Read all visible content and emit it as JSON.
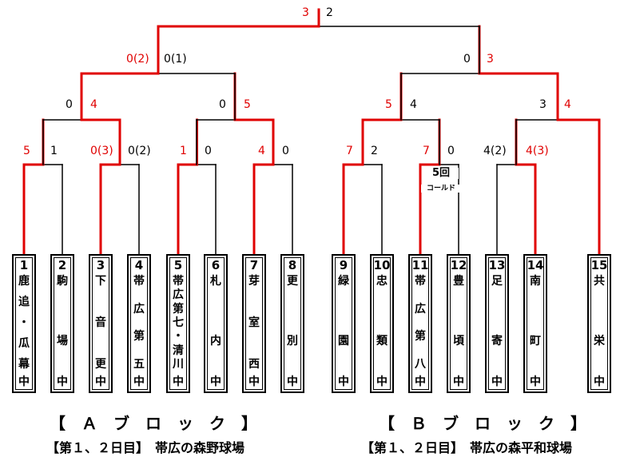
{
  "teams": [
    {
      "num": "1",
      "chars": [
        "鹿",
        "追",
        "・",
        "瓜",
        "幕"
      ],
      "suffix": "中"
    },
    {
      "num": "2",
      "chars": [
        "駒",
        "",
        "場",
        ""
      ],
      "suffix": "中"
    },
    {
      "num": "3",
      "chars": [
        "下",
        "",
        "音",
        "",
        "更"
      ],
      "suffix": "中"
    },
    {
      "num": "4",
      "chars": [
        "帯",
        "",
        "広",
        "",
        "第",
        "",
        "五"
      ],
      "suffix": "中"
    },
    {
      "num": "5",
      "chars": [
        "帯",
        "広",
        "第",
        "七",
        "・",
        "清",
        "川"
      ],
      "suffix": "中"
    },
    {
      "num": "6",
      "chars": [
        "札",
        "",
        "内",
        ""
      ],
      "suffix": "中"
    },
    {
      "num": "7",
      "chars": [
        "芽",
        "",
        "室",
        "",
        "西"
      ],
      "suffix": "中"
    },
    {
      "num": "8",
      "chars": [
        "更",
        "",
        "別",
        ""
      ],
      "suffix": "中"
    },
    {
      "num": "9",
      "chars": [
        "緑",
        "",
        "園",
        ""
      ],
      "suffix": "中"
    },
    {
      "num": "10",
      "chars": [
        "忠",
        "",
        "類",
        ""
      ],
      "suffix": "中"
    },
    {
      "num": "11",
      "chars": [
        "帯",
        "",
        "広",
        "",
        "第",
        "",
        "八"
      ],
      "suffix": "中"
    },
    {
      "num": "12",
      "chars": [
        "豊",
        "",
        "頃",
        ""
      ],
      "suffix": "中"
    },
    {
      "num": "13",
      "chars": [
        "足",
        "",
        "寄",
        ""
      ],
      "suffix": "中"
    },
    {
      "num": "14",
      "chars": [
        "南",
        "",
        "町",
        ""
      ],
      "suffix": "中"
    },
    {
      "num": "15",
      "chars": [
        "共",
        "",
        "栄",
        ""
      ],
      "suffix": "中"
    }
  ],
  "scores": {
    "r1_1_l": "5",
    "r1_1_r": "1",
    "r1_2_l": "0(3)",
    "r1_2_r": "0(2)",
    "r1_3_l": "1",
    "r1_3_r": "0",
    "r1_4_l": "4",
    "r1_4_r": "0",
    "r1_5_l": "7",
    "r1_5_r": "2",
    "r1_6_l": "7",
    "r1_6_r": "0",
    "r1_7_l": "4(2)",
    "r1_7_r": "4(3)",
    "r2_1_l": "0",
    "r2_1_r": "4",
    "r2_2_l": "0",
    "r2_2_r": "5",
    "r2_3_l": "5",
    "r2_3_r": "4",
    "r2_4_l": "3",
    "r2_4_r": "4",
    "r3_1_l": "0(2)",
    "r3_1_r": "0(1)",
    "r3_2_l": "0",
    "r3_2_r": "3",
    "final_l": "3",
    "final_r": "2"
  },
  "notes": {
    "called_game_inning": "5回",
    "called_game_label": "コールド"
  },
  "blocks": {
    "a_title": "【　Ａ　ブ　ロ　ッ　ク　】",
    "a_sub": "【第１、２日目】　帯広の森野球場",
    "b_title": "【　Ｂ　ブ　ロ　ッ　ク　】",
    "b_sub": "【第１、２日目】　帯広の森平和球場"
  },
  "colors": {
    "winner_line": "#e00000",
    "loser_line": "#000000",
    "winner_score": "#e00000"
  }
}
